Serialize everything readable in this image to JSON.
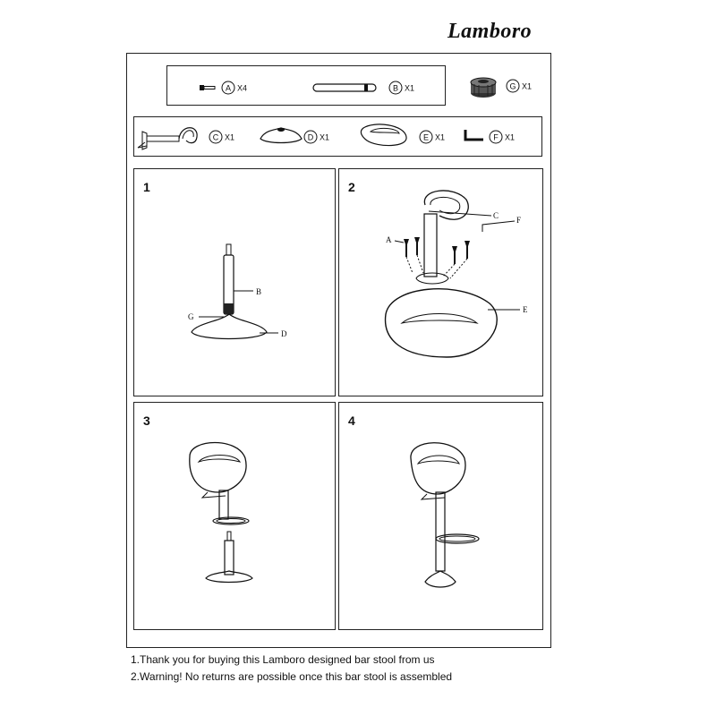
{
  "brand": {
    "logo_text": "Lamboro"
  },
  "parts": {
    "A": {
      "letter": "A",
      "qty": "X4",
      "icon": "bolt-icon"
    },
    "B": {
      "letter": "B",
      "qty": "X1",
      "icon": "gas-lift-tube-icon"
    },
    "G": {
      "letter": "G",
      "qty": "X1",
      "icon": "cylinder-cap-icon"
    },
    "C": {
      "letter": "C",
      "qty": "X1",
      "icon": "seat-mechanism-lever-icon"
    },
    "D": {
      "letter": "D",
      "qty": "X1",
      "icon": "base-plate-icon"
    },
    "E": {
      "letter": "E",
      "qty": "X1",
      "icon": "seat-shell-icon"
    },
    "F": {
      "letter": "F",
      "qty": "X1",
      "icon": "allen-key-icon"
    }
  },
  "steps": [
    {
      "number": "1",
      "labels": {
        "B": "B",
        "G": "G",
        "D": "D"
      }
    },
    {
      "number": "2",
      "labels": {
        "A": "A",
        "C": "C",
        "F": "F",
        "E": "E"
      }
    },
    {
      "number": "3"
    },
    {
      "number": "4"
    }
  ],
  "notes": [
    "1.Thank you for buying this Lamboro designed bar stool  from us",
    "2.Warning! No returns are possible once this bar stool is assembled"
  ]
}
